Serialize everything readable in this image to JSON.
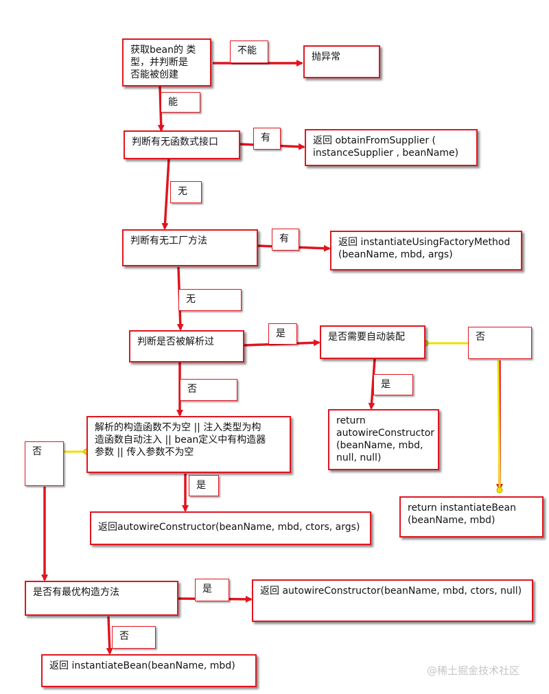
{
  "nodes": {
    "get_type": "获取bean的 类\n型，并判断是\n否能被创建",
    "throw": "抛异常",
    "supplier_check": "判断有无函数式接口",
    "return_supplier": "返回 obtainFromSupplier (\ninstanceSupplier , beanName)",
    "factory_check": "判断有无工厂方法",
    "return_factory": "返回 instantiateUsingFactoryMethod\n(beanName, mbd, args)",
    "resolved_check": "判断是否被解析过",
    "autowire_needed": "是否需要自动装配",
    "return_autowire_null": "return\nautowireConstructor\n(beanName, mbd,\nnull, null)",
    "return_instantiate_1": "return instantiateBean\n(beanName, mbd)",
    "ctor_condition": "解析的构造函数不为空 || 注入类型为构\n造函数自动注入 || bean定义中有构造器\n参数 || 传入参数不为空",
    "return_autowire_ctors_args": "返回autowireConstructor(beanName, mbd, ctors, args)",
    "best_ctor_check": "是否有最优构造方法",
    "return_autowire_ctors_null": "返回  autowireConstructor(beanName, mbd, ctors, null)",
    "return_instantiate_2": "返回  instantiateBean(beanName, mbd)"
  },
  "labels": {
    "cannot": "不能",
    "can": "能",
    "has_1": "有",
    "none_1": "无",
    "has_2": "有",
    "none_2": "无",
    "yes_1": "是",
    "no_1": "否",
    "yes_2": "是",
    "no_2": "否",
    "no_3": "否",
    "yes_3": "是",
    "yes_4": "是",
    "no_4": "否"
  },
  "watermark": "@稀土掘金技术社区",
  "colors": {
    "arrow": "#e0141e",
    "connector_yellow": "#f0e000",
    "box_border": "#e0141e"
  }
}
